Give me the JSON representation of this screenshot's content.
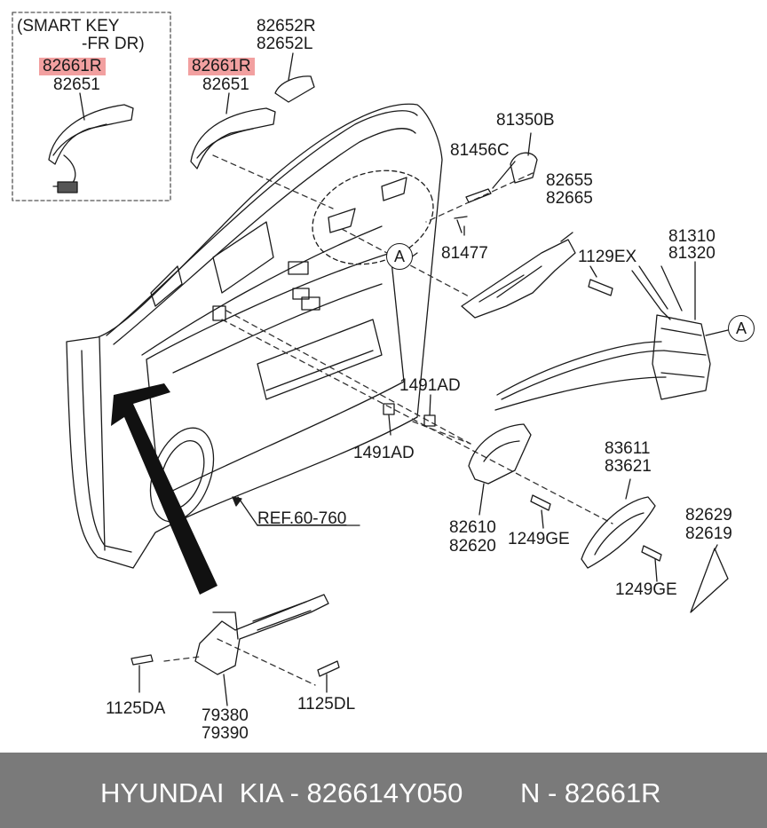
{
  "labels": {
    "smart_key": "(SMART KEY",
    "fr_dr": "-FR DR)",
    "p82661R_a": "82661R",
    "p82651_a": "82651",
    "p82661R_b": "82661R",
    "p82651_b": "82651",
    "p82652R": "82652R",
    "p82652L": "82652L",
    "p81350B": "81350B",
    "p81456C": "81456C",
    "p82655": "82655",
    "p82665": "82665",
    "p81477": "81477",
    "p1129EX": "1129EX",
    "p81310": "81310",
    "p81320": "81320",
    "p1491AD_top": "1491AD",
    "p1491AD_bot": "1491AD",
    "p83611": "83611",
    "p83621": "83621",
    "p82629": "82629",
    "p82619": "82619",
    "p82610": "82610",
    "p82620": "82620",
    "p1249GE_a": "1249GE",
    "p1249GE_b": "1249GE",
    "ref": "REF.60-760",
    "p1125DA": "1125DA",
    "p1125DL": "1125DL",
    "p79380": "79380",
    "p79390": "79390",
    "circle_a1": "A",
    "circle_a2": "A"
  },
  "footer": {
    "brand_part": "HYUNDAI  KIA - 826614Y050",
    "ref_part": "N - 82661R"
  },
  "colors": {
    "highlight": "#f2a0a0",
    "footer_bg": "#7a7a7a",
    "line": "#1a1a1a"
  }
}
